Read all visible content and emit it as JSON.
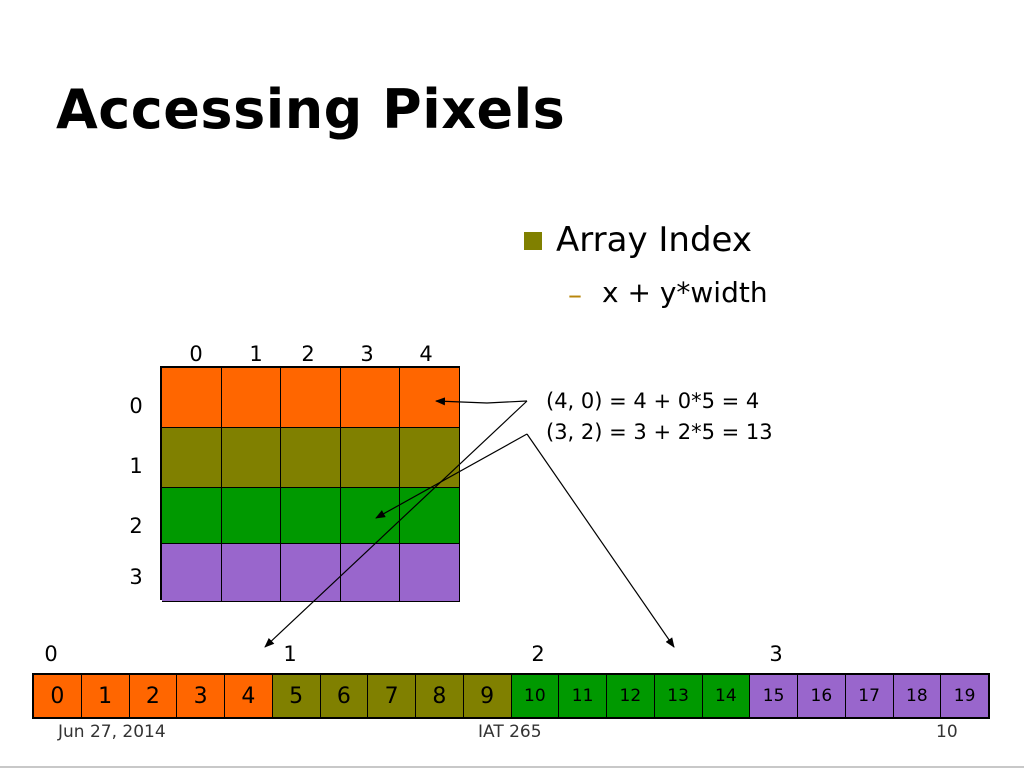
{
  "slide": {
    "title": "Accessing Pixels",
    "bullets": {
      "level1": "Array Index",
      "level2_marker": "–",
      "level2": "x + y*width"
    },
    "examples": [
      "(4, 0) = 4 + 0*5 = 4",
      "(3, 2) = 3 + 2*5 = 13"
    ],
    "grid": {
      "column_labels": [
        "0",
        "1",
        "2",
        "3",
        "4"
      ],
      "row_labels": [
        "0",
        "1",
        "2",
        "3"
      ],
      "row_colors": [
        "#ff6600",
        "#808000",
        "#009900",
        "#9966cc"
      ]
    },
    "strip": {
      "row_labels": [
        "0",
        "1",
        "2",
        "3"
      ],
      "cells": [
        "0",
        "1",
        "2",
        "3",
        "4",
        "5",
        "6",
        "7",
        "8",
        "9",
        "10",
        "11",
        "12",
        "13",
        "14",
        "15",
        "16",
        "17",
        "18",
        "19"
      ]
    },
    "footer": {
      "date": "Jun 27, 2014",
      "course": "IAT 265",
      "page": "10"
    },
    "colors": {
      "bullet": "#808000",
      "dash": "#b8860b",
      "arrow": "#000000"
    }
  }
}
